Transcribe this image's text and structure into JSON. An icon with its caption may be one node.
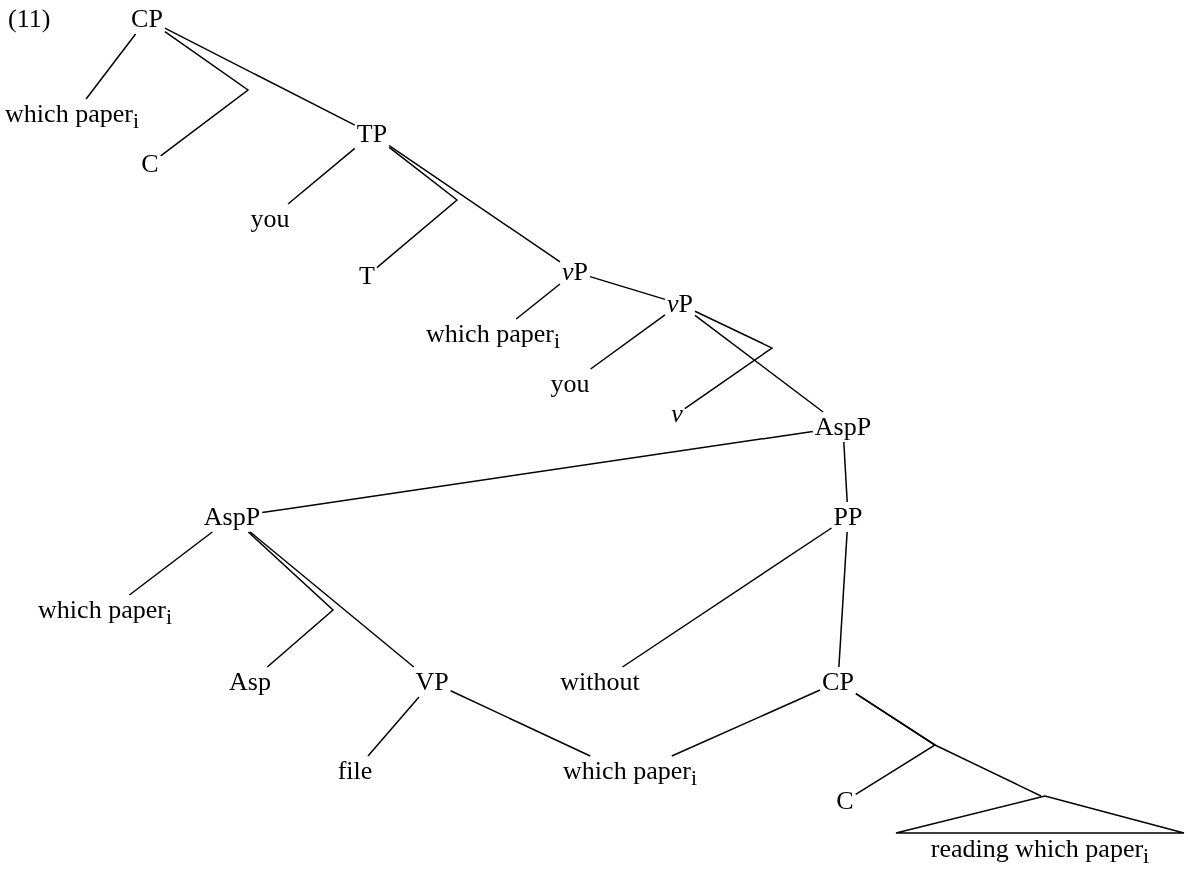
{
  "diagram": {
    "nodes": [
      {
        "text": [
          "CP"
        ]
      },
      {
        "text": [
          "which paper$_{i}$"
        ]
      },
      {
        "text": [
          "C"
        ]
      },
      {
        "text": [
          "TP"
        ]
      },
      {
        "text": [
          "you"
        ]
      },
      {
        "text": [
          "T"
        ]
      },
      {
        "text": [
          "vP"
        ]
      },
      {
        "text": [
          "which paper$_{i}$"
        ]
      },
      {
        "text": [
          "vP"
        ]
      },
      {
        "text": [
          "you"
        ]
      },
      {
        "text": [
          "v"
        ]
      },
      {
        "text": [
          "AspP"
        ]
      },
      {
        "text": [
          "AspP"
        ]
      },
      {
        "text": [
          "PP"
        ]
      },
      {
        "text": [
          "which paper$_{i}$"
        ]
      },
      {
        "text": [
          "Asp"
        ]
      },
      {
        "text": [
          "VP"
        ]
      },
      {
        "text": [
          "file"
        ]
      },
      {
        "text": [
          "which paper$_{i}$"
        ]
      },
      {
        "text": [
          "without"
        ]
      },
      {
        "text": [
          "CP"
        ]
      },
      {
        "text": [
          "C"
        ]
      },
      {
        "text": [
          "reading which paper$_{i}$"
        ]
      }
    ],
    "edges": [
      {
        "from": 0,
        "to": 1,
        "arrow": "none"
      },
      {
        "from": 0,
        "to": 2,
        "arrow": "none"
      },
      {
        "from": 0,
        "to": 3,
        "arrow": "none"
      },
      {
        "from": 3,
        "to": 4,
        "arrow": "none"
      },
      {
        "from": 3,
        "to": 5,
        "arrow": "none"
      },
      {
        "from": 3,
        "to": 6,
        "arrow": "none"
      },
      {
        "from": 6,
        "to": 7,
        "arrow": "none"
      },
      {
        "from": 6,
        "to": 8,
        "arrow": "none"
      },
      {
        "from": 8,
        "to": 9,
        "arrow": "none"
      },
      {
        "from": 8,
        "to": 10,
        "arrow": "none"
      },
      {
        "from": 8,
        "to": 11,
        "arrow": "none"
      },
      {
        "from": 11,
        "to": 12,
        "arrow": "none"
      },
      {
        "from": 11,
        "to": 13,
        "arrow": "none"
      },
      {
        "from": 12,
        "to": 14,
        "arrow": "none"
      },
      {
        "from": 12,
        "to": 15,
        "arrow": "none"
      },
      {
        "from": 12,
        "to": 16,
        "arrow": "none"
      },
      {
        "from": 16,
        "to": 17,
        "arrow": "none"
      },
      {
        "from": 16,
        "to": 18,
        "arrow": "none"
      },
      {
        "from": 13,
        "to": 19,
        "arrow": "none"
      },
      {
        "from": 13,
        "to": 20,
        "arrow": "none"
      },
      {
        "from": 20,
        "to": 18,
        "arrow": "none"
      },
      {
        "from": 20,
        "to": 21,
        "arrow": "none"
      },
      {
        "from": 20,
        "to": 22,
        "arrow": "none"
      }
    ],
    "labels": [
      "(11)"
    ]
  }
}
